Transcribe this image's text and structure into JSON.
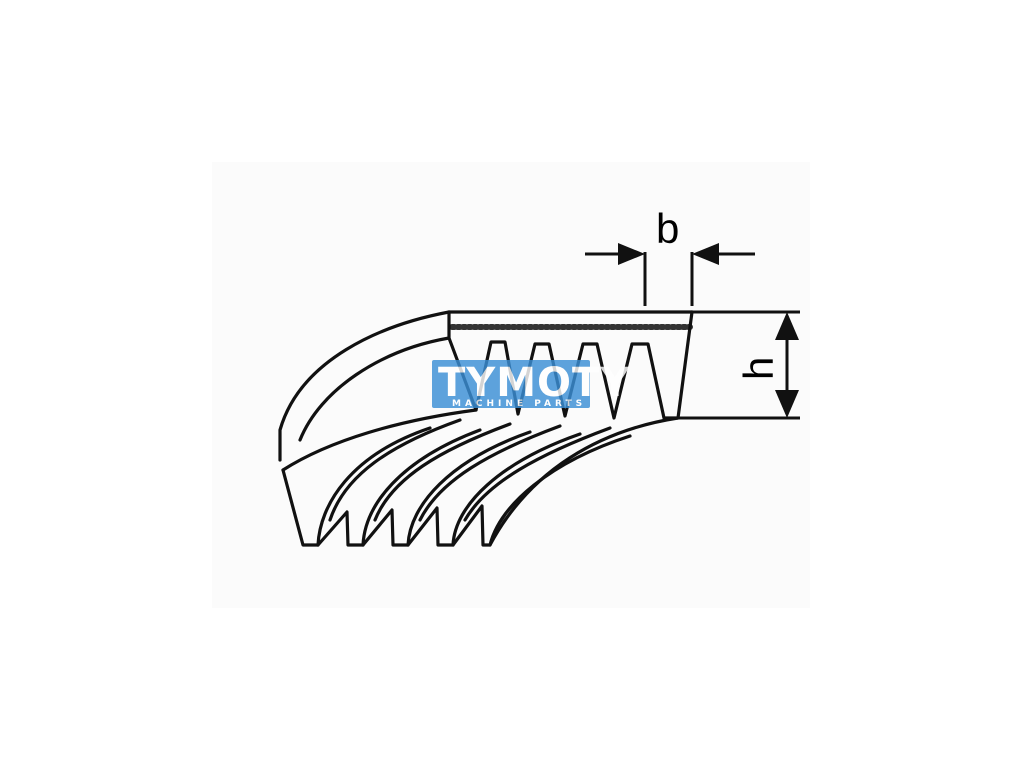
{
  "diagram": {
    "labels": {
      "width": "b",
      "height": "h"
    },
    "watermark": {
      "brand": "TYMOTY",
      "tagline": "MACHINE PARTS",
      "color": "#3b8fd6"
    },
    "colors": {
      "ink": "#111111",
      "background": "#ffffff",
      "panel": "#fbfbfb"
    }
  }
}
